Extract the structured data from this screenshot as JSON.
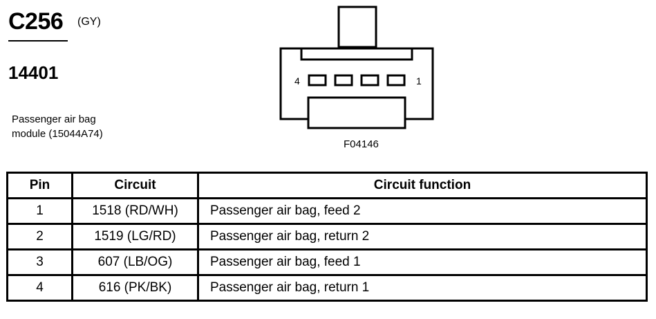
{
  "connector": {
    "id": "C256",
    "color_code": "(GY)",
    "part_number": "14401",
    "description_line1": "Passenger air bag",
    "description_line2": "module (15044A74)"
  },
  "diagram": {
    "pin_left_label": "4",
    "pin_right_label": "1",
    "figure_code": "F04146"
  },
  "table": {
    "headers": [
      "Pin",
      "Circuit",
      "Circuit function"
    ],
    "rows": [
      {
        "pin": "1",
        "circuit": "1518 (RD/WH)",
        "function": "Passenger air bag, feed 2"
      },
      {
        "pin": "2",
        "circuit": "1519 (LG/RD)",
        "function": "Passenger air bag, return 2"
      },
      {
        "pin": "3",
        "circuit": "607 (LB/OG)",
        "function": "Passenger air bag, feed 1"
      },
      {
        "pin": "4",
        "circuit": "616 (PK/BK)",
        "function": "Passenger air bag, return 1"
      }
    ]
  }
}
